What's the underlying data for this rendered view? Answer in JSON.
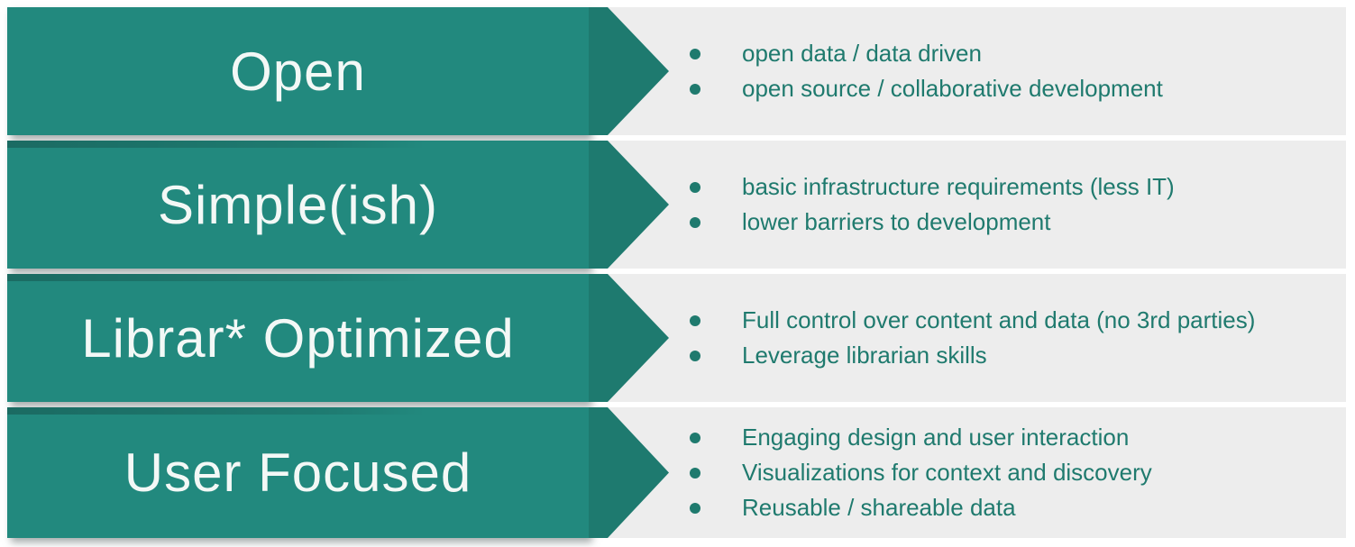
{
  "colors": {
    "arrow_body": "#22897e",
    "arrow_head": "#1e7a6f",
    "bullet_text": "#1f7a6e",
    "panel_bg": "#ededed",
    "title_text": "#f3f8f6",
    "page_bg": "#ffffff"
  },
  "rows": [
    {
      "title": "Open",
      "bullets": [
        "open data / data driven",
        "open source / collaborative development"
      ]
    },
    {
      "title": "Simple(ish)",
      "bullets": [
        "basic infrastructure requirements (less IT)",
        "lower barriers to development"
      ]
    },
    {
      "title": "Librar* Optimized",
      "bullets": [
        "Full control over content and data (no 3rd parties)",
        "Leverage librarian skills"
      ]
    },
    {
      "title": "User Focused",
      "bullets": [
        "Engaging design and user interaction",
        "Visualizations for context and discovery",
        "Reusable / shareable data"
      ]
    }
  ]
}
